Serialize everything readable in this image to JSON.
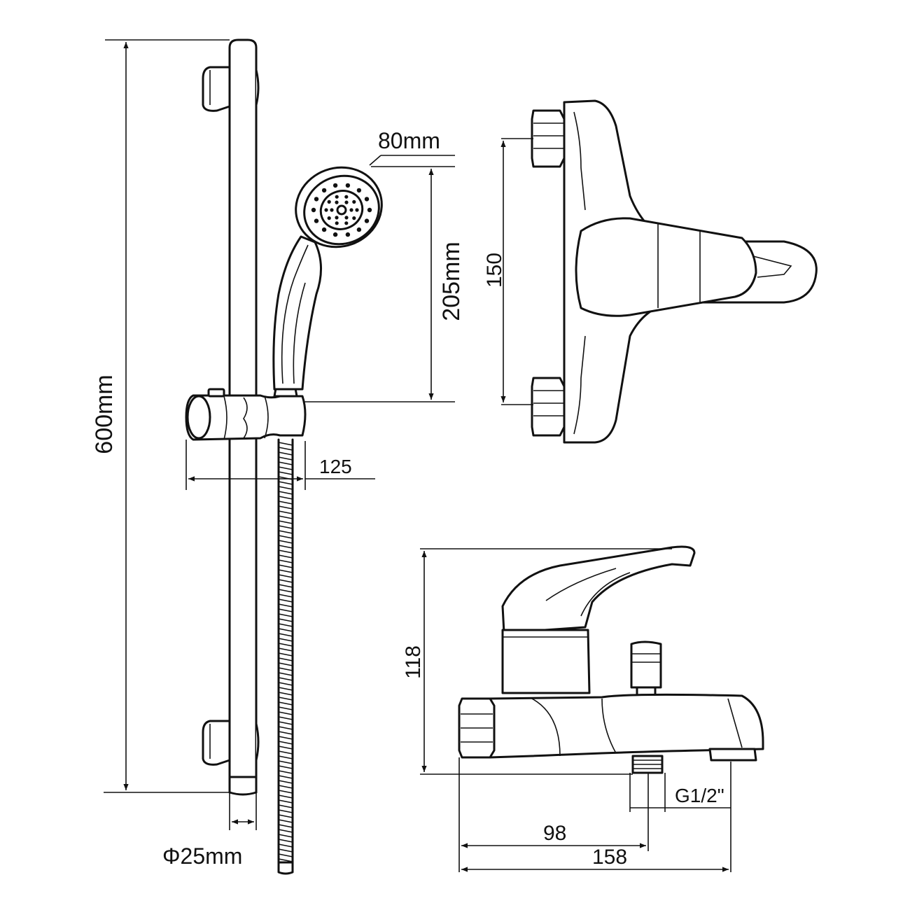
{
  "dimensions": {
    "bar_length": "600mm",
    "head_diameter": "80mm",
    "handset_length": "205mm",
    "bracket_projection": "125",
    "bar_diameter": "Φ25mm",
    "mixer_centres": "150",
    "mixer_height": "118",
    "outlet_thread": "G1/2\"",
    "outlet_offset": "98",
    "mixer_width": "158"
  },
  "colors": {
    "line": "#111111",
    "background": "#ffffff"
  }
}
